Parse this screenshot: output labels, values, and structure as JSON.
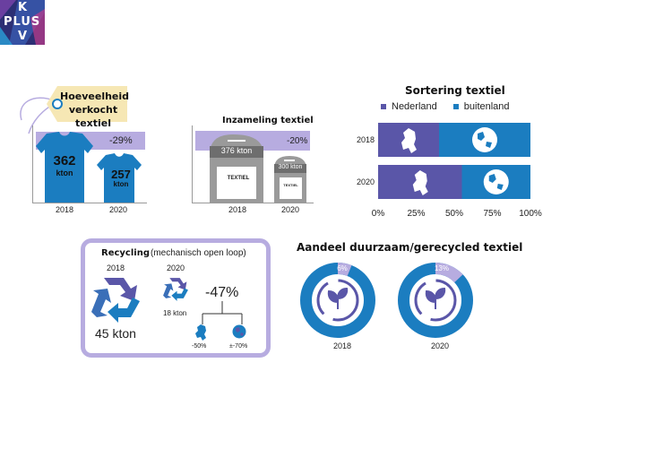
{
  "logo": {
    "letters": [
      "K",
      "PLUS",
      "V"
    ]
  },
  "colors": {
    "blue": "#1b7dc0",
    "purple": "#5a56a8",
    "lavender": "#b7ace0",
    "grey": "#9a9a9a",
    "darkgrey": "#6e6e6e"
  },
  "sales": {
    "tag_line1": "Hoeveelheid",
    "tag_line2": "verkocht textiel",
    "change": "-29%",
    "years": [
      "2018",
      "2020"
    ],
    "values": [
      "362",
      "257"
    ],
    "unit": "kton"
  },
  "collection": {
    "title": "Inzameling textiel",
    "change": "-20%",
    "years": [
      "2018",
      "2020"
    ],
    "labels": [
      "376 kton",
      "300 kton"
    ],
    "box_text": "TEXTIEL"
  },
  "sorting": {
    "title": "Sortering textiel",
    "legend": [
      "Nederland",
      "buitenland"
    ]
  },
  "recycling": {
    "title": "Recycling",
    "subtitle": "(mechanisch open loop)",
    "years": [
      "2018",
      "2020"
    ],
    "value_2018": "45 kton",
    "value_2020": "18 kton",
    "change": "-47%",
    "split": [
      "-50%",
      "±-70%"
    ]
  },
  "sustainable": {
    "title": "Aandeel duurzaam/gerecycled textiel",
    "years": [
      "2018",
      "2020"
    ],
    "labels": [
      "6%",
      "13%"
    ]
  },
  "chart_data": [
    {
      "type": "bar",
      "categories": [
        "2018",
        "2020"
      ],
      "values": [
        362,
        257
      ],
      "unit": "kton",
      "annotations": [
        "-29%"
      ]
    },
    {
      "type": "bar",
      "title": "Inzameling textiel",
      "categories": [
        "2018",
        "2020"
      ],
      "values": [
        376,
        300
      ],
      "unit": "kton",
      "annotations": [
        "-20%"
      ]
    },
    {
      "type": "bar",
      "title": "Sortering textiel",
      "categories": [
        "2018",
        "2020"
      ],
      "series": [
        {
          "name": "Nederland",
          "values": [
            40,
            55
          ]
        },
        {
          "name": "buitenland",
          "values": [
            60,
            45
          ]
        }
      ],
      "xticks": [
        "0%",
        "25%",
        "50%",
        "75%",
        "100%"
      ],
      "xlim": [
        0,
        100
      ],
      "stacked": true,
      "orientation": "horizontal",
      "legend": "top"
    },
    {
      "type": "bar",
      "title": "Recycling",
      "categories": [
        "2018",
        "2020"
      ],
      "values": [
        45,
        18
      ],
      "unit": "kton",
      "annotations": [
        "-47%",
        "-50%",
        "±-70%"
      ]
    },
    {
      "type": "pie",
      "title": "Aandeel duurzaam/gerecycled textiel",
      "categories": [
        "2018",
        "2020"
      ],
      "values": [
        6,
        13
      ],
      "unit": "%"
    }
  ]
}
